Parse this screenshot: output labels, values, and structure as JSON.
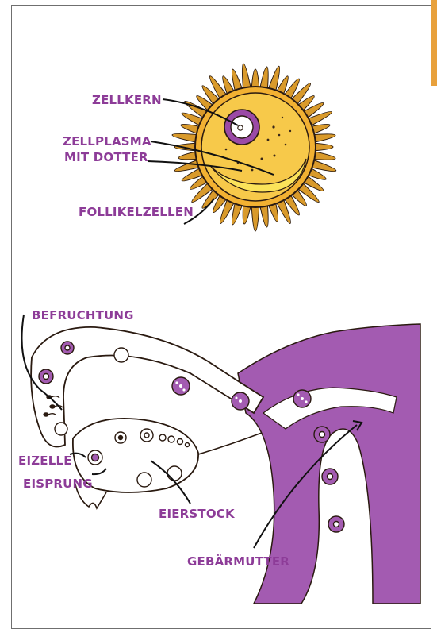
{
  "egg_cell_diagram": {
    "labels": {
      "nucleus": "ZELLKERN",
      "cytoplasm_line1": "ZELLPLASMA",
      "cytoplasm_line2": "MIT DOTTER",
      "follicle_cells": "FOLLIKELZELLEN"
    }
  },
  "reproductive_diagram": {
    "labels": {
      "fertilization": "BEFRUCHTUNG",
      "egg_cell": "EIZELLE",
      "ovulation": "EISPRUNG",
      "ovary": "EIERSTOCK",
      "uterus": "GEBÄRMUTTER"
    }
  },
  "colors": {
    "accent_purple": "#8d3c98",
    "uterus_purple": "#a25ab0",
    "cell_yellow": "#f5c842",
    "follicle_orange": "#d99a2b",
    "tab_orange": "#e8a13c"
  }
}
